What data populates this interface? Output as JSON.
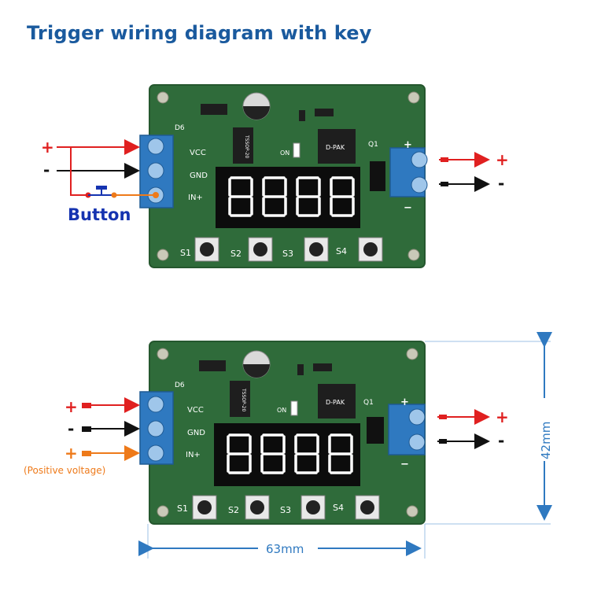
{
  "title": "Trigger wiring diagram with key",
  "colors": {
    "title": "#1a5a9e",
    "pcb": "#2f6b3a",
    "terminal": "#2f79c0",
    "positive_wire": "#e02020",
    "negative_wire": "#111111",
    "signal_wire": "#ee7a1a",
    "button_label": "#1533b0",
    "dimension": "#2f79c0"
  },
  "icons": [
    "screw-terminal-icon",
    "push-button-icon",
    "seven-segment-display-icon",
    "tactile-switch-icon",
    "capacitor-icon",
    "mosfet-icon"
  ],
  "boards": [
    {
      "input_terminals": {
        "vcc": "VCC",
        "gnd": "GND",
        "in": "IN+"
      },
      "output_terminals": {
        "plus": "+",
        "minus": "−"
      },
      "buttons": [
        "S1",
        "S2",
        "S3",
        "S4"
      ],
      "chip_labels": {
        "d6": "D6",
        "on": "ON",
        "dpak": "D-PAK",
        "q1": "Q1",
        "tssop": "TSSOP-20"
      },
      "input_signs": {
        "plus": "+",
        "minus": "-"
      },
      "output_signs": {
        "plus": "+",
        "minus": "-"
      },
      "button_label": "Button"
    },
    {
      "input_terminals": {
        "vcc": "VCC",
        "gnd": "GND",
        "in": "IN+"
      },
      "output_terminals": {
        "plus": "+",
        "minus": "−"
      },
      "buttons": [
        "S1",
        "S2",
        "S3",
        "S4"
      ],
      "chip_labels": {
        "d6": "D6",
        "on": "ON",
        "dpak": "D-PAK",
        "q1": "Q1",
        "tssop": "TSSOP-20"
      },
      "input_signs": {
        "plus": "+",
        "minus": "-",
        "signal": "+"
      },
      "output_signs": {
        "plus": "+",
        "minus": "-"
      },
      "signal_label": "(Positive voltage)",
      "width_label": "63mm",
      "height_label": "42mm"
    }
  ]
}
